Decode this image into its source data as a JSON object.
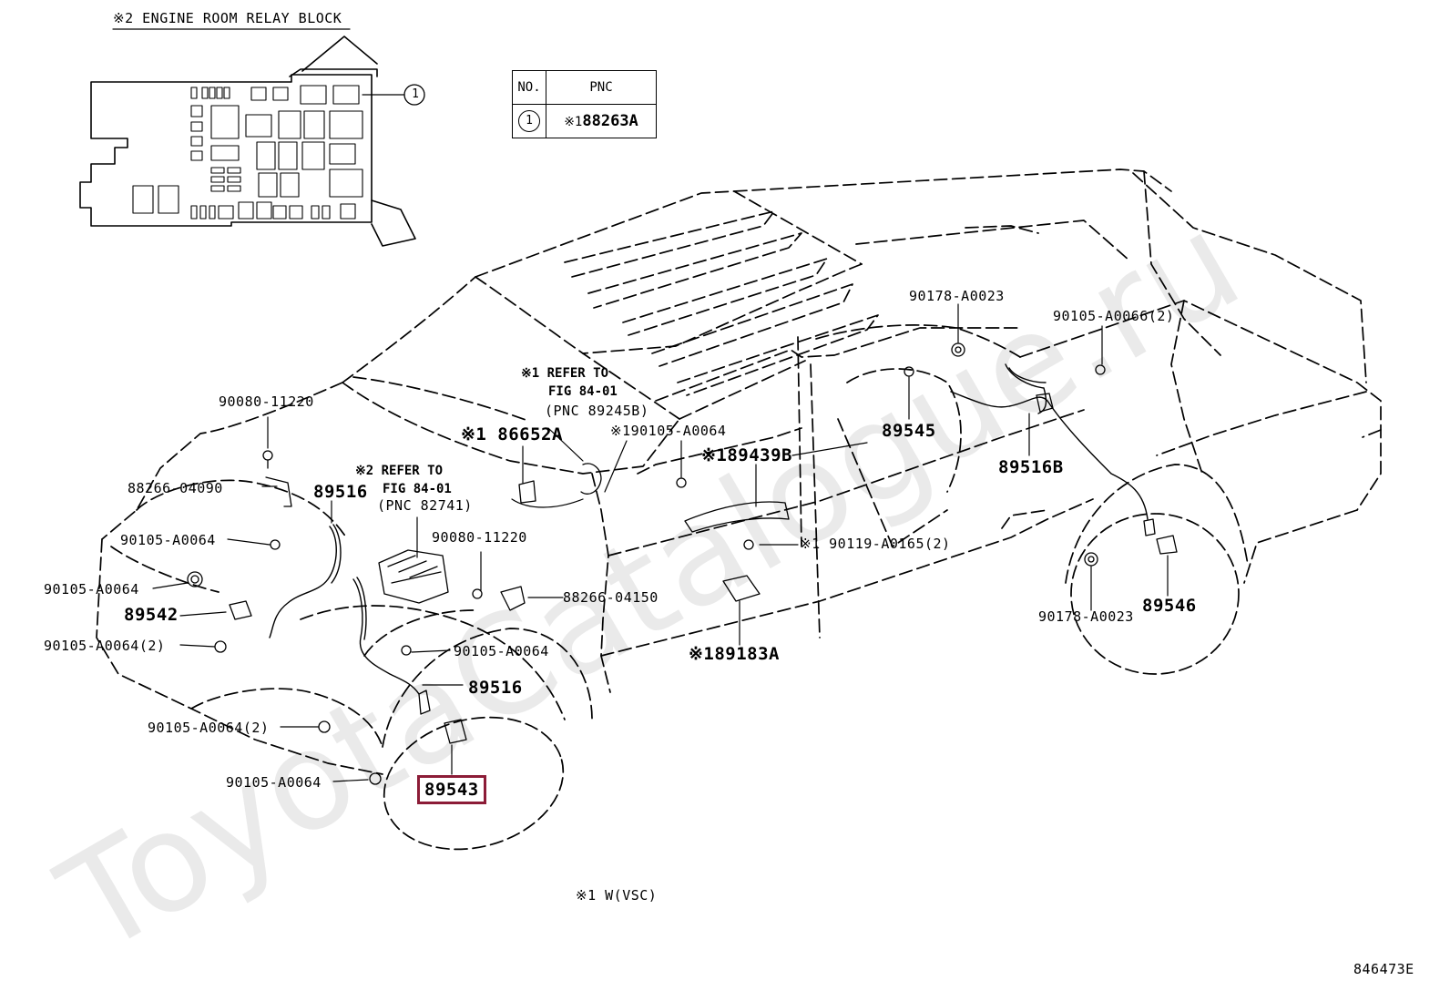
{
  "relay_block_title": "※2 ENGINE ROOM RELAY BLOCK",
  "callout_1": "1",
  "pnc_table": {
    "header_no": "NO.",
    "header_pnc": "PNC",
    "row_no": "1",
    "row_pnc_prefix": "※1",
    "row_pnc": "88263A"
  },
  "labels": {
    "p90178_a0023_top": "90178-A0023",
    "p90105_a0066_2": "90105-A0066(2)",
    "ref1_line1": "※1 REFER TO",
    "ref1_line2": "FIG 84-01",
    "ref1_line3": "(PNC 89245B)",
    "p90080_11220_top": "90080-11220",
    "p86652a": "※1 86652A",
    "p90105_a0064_vsc": "※190105-A0064",
    "p89545": "89545",
    "p89439b": "※189439B",
    "p89516b": "89516B",
    "ref2_line1": "※2 REFER TO",
    "ref2_line2": "FIG 84-01",
    "ref2_line3": "(PNC 82741)",
    "p88266_04090": "88266-04090",
    "p89516_top": "89516",
    "p90105_a0064_a": "90105-A0064",
    "p90080_11220_mid": "90080-11220",
    "p90119_a0165_2": "※1 90119-A0165(2)",
    "p90105_a0064_b": "90105-A0064",
    "p88266_04150": "88266-04150",
    "p89542": "89542",
    "p90178_a0023_bottom": "90178-A0023",
    "p89546": "89546",
    "p90105_a0064_2_a": "90105-A0064(2)",
    "p90105_a0064_c": "90105-A0064",
    "p89183a": "※189183A",
    "p89516_bottom": "89516",
    "p90105_a0064_2_b": "90105-A0064(2)",
    "p89543": "89543",
    "p90105_a0064_d": "90105-A0064"
  },
  "footnote": "※1  W(VSC)",
  "figure_number": "846473E",
  "watermark": "ToyotaCatalogue.ru",
  "highlight_color": "#8c1c37"
}
